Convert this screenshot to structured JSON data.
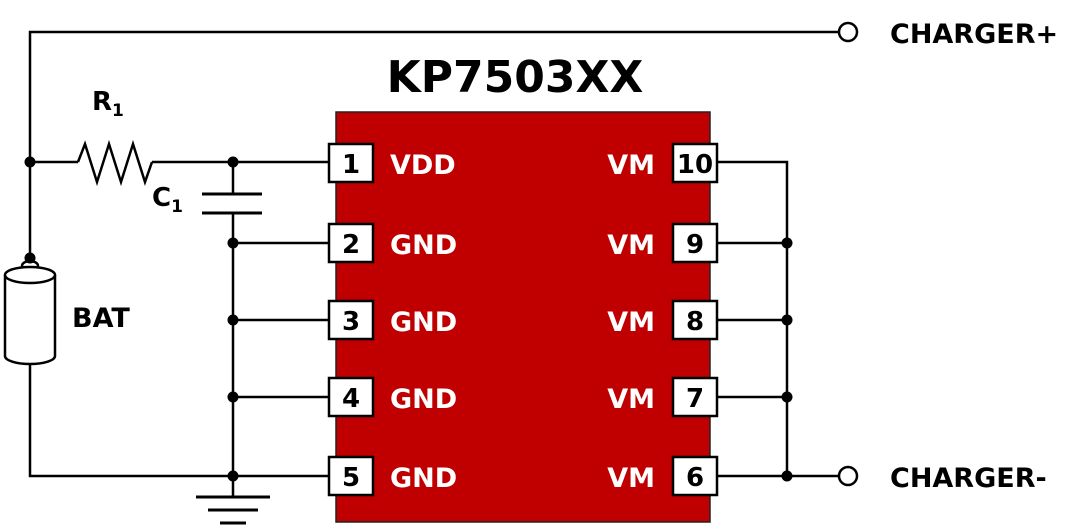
{
  "chip": {
    "title": "KP7503XX",
    "body_color": "#c00000",
    "left_pins": [
      {
        "num": "1",
        "label": "VDD"
      },
      {
        "num": "2",
        "label": "GND"
      },
      {
        "num": "3",
        "label": "GND"
      },
      {
        "num": "4",
        "label": "GND"
      },
      {
        "num": "5",
        "label": "GND"
      }
    ],
    "right_pins": [
      {
        "num": "10",
        "label": "VM"
      },
      {
        "num": "9",
        "label": "VM"
      },
      {
        "num": "8",
        "label": "VM"
      },
      {
        "num": "7",
        "label": "VM"
      },
      {
        "num": "6",
        "label": "VM"
      }
    ]
  },
  "components": {
    "resistor": {
      "letter": "R",
      "sub": "1"
    },
    "capacitor": {
      "letter": "C",
      "sub": "1"
    },
    "battery": {
      "label": "BAT"
    }
  },
  "terminals": {
    "charger_plus": "CHARGER+",
    "charger_minus": "CHARGER-"
  }
}
